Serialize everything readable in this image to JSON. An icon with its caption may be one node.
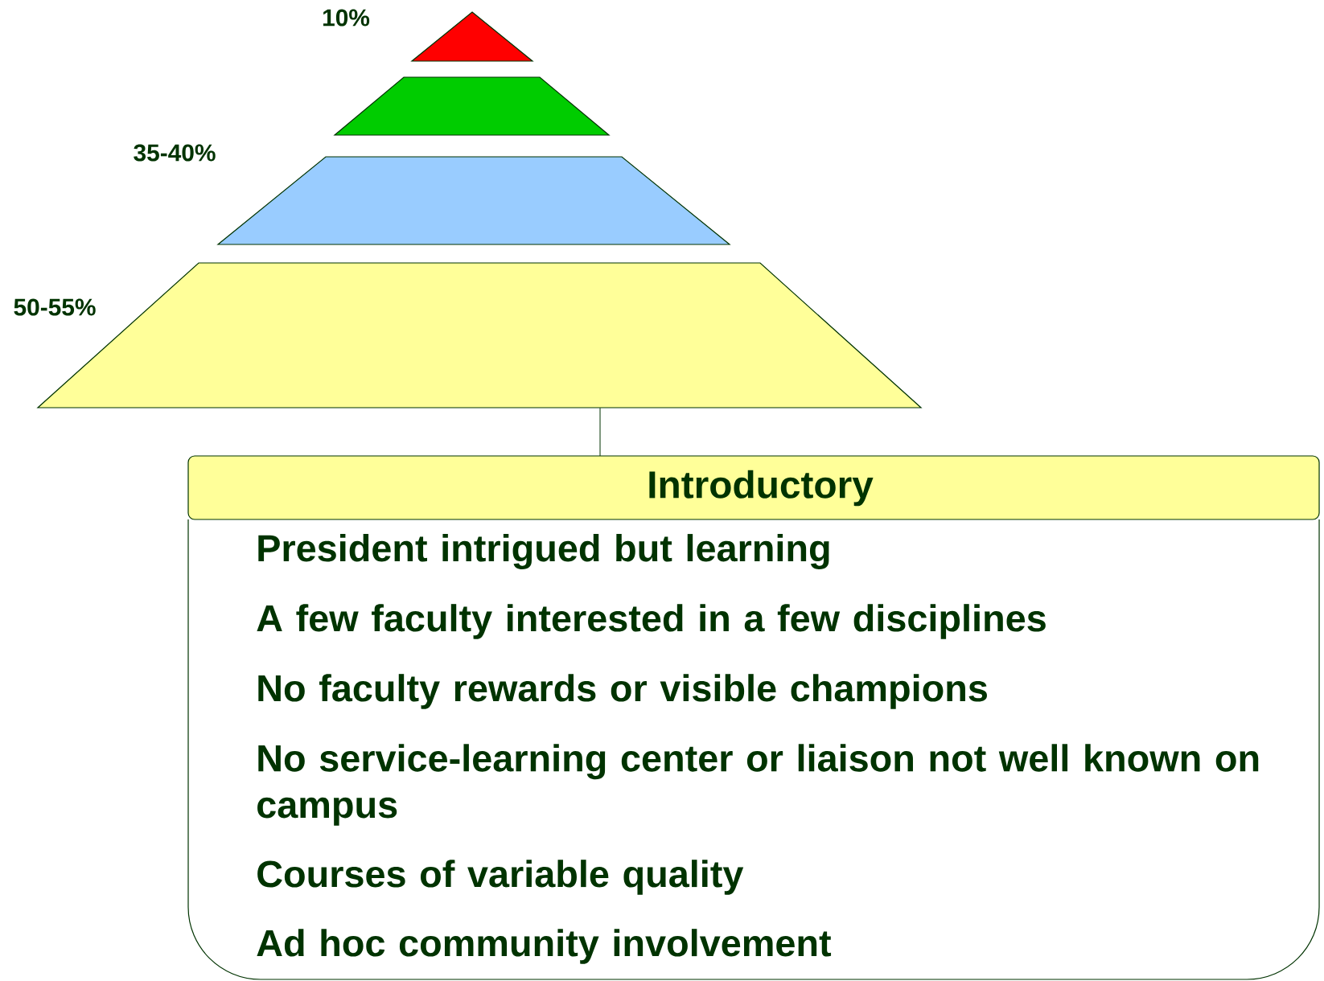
{
  "diagram": {
    "nodes": [
      {
        "text": [],
        "shape": "triangle",
        "beside": [
          "10%"
        ]
      },
      {
        "text": [],
        "shape": "trapezoid"
      },
      {
        "text": [],
        "shape": "trapezoid",
        "beside": [
          "35-40%"
        ]
      },
      {
        "text": [],
        "shape": "trapezoid",
        "beside": [
          "50-55%"
        ]
      },
      {
        "text": [
          "Introductory",
          "President intrigued but learning",
          "A few faculty interested in a few disciplines",
          "No faculty rewards or visible champions",
          "No service-learning center or liaison not well known on campus",
          "Courses of variable quality",
          "Ad hoc community involvement"
        ]
      }
    ],
    "edges": [
      {
        "from": 3,
        "to": 4,
        "arrow": "none"
      }
    ]
  }
}
